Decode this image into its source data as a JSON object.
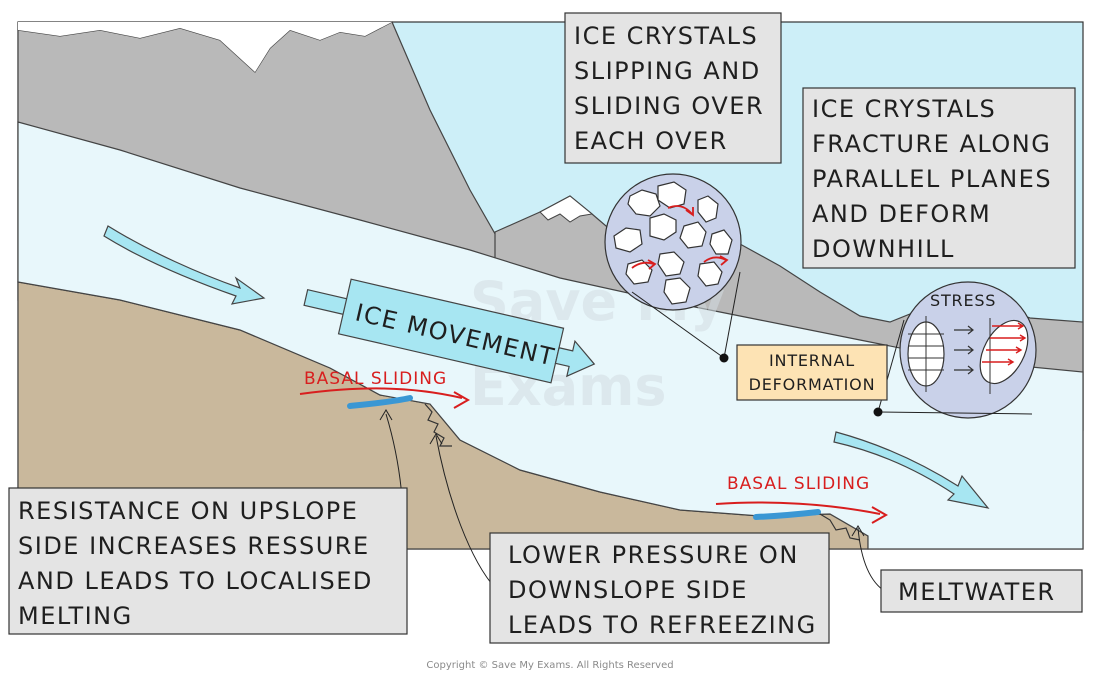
{
  "labels": {
    "crystals_slipping": [
      "ICE CRYSTALS",
      "SLIPPING AND",
      "SLIDING OVER",
      "EACH OVER"
    ],
    "crystals_fracture": [
      "ICE CRYSTALS",
      "FRACTURE ALONG",
      "PARALLEL PLANES",
      "AND DEFORM",
      "DOWNHILL"
    ],
    "ice_movement": "ICE MOVEMENT",
    "basal_sliding_upper": "BASAL SLIDING",
    "basal_sliding_lower": "BASAL SLIDING",
    "internal_deformation": [
      "INTERNAL",
      "DEFORMATION"
    ],
    "stress": "STRESS",
    "resistance_upslope": [
      "RESISTANCE ON UPSLOPE",
      "SIDE INCREASES RESSURE",
      "AND LEADS TO LOCALISED",
      "MELTING"
    ],
    "lower_pressure": [
      "LOWER PRESSURE ON",
      "DOWNSLOPE SIDE",
      "LEADS TO REFREEZING"
    ],
    "meltwater": "MELTWATER",
    "watermark": [
      "Save My",
      "Exams"
    ]
  },
  "copyright": "Copyright © Save My Exams. All Rights Reserved",
  "colors": {
    "sky": "#cdeff8",
    "glacier": "#e8f7fb",
    "mountain": "#b8b8b8",
    "bedrock": "#c9b89c",
    "arrow": "#a7e6f2",
    "basal_red": "#d81e1e",
    "meltwater_blue": "#3a97d4",
    "label_grey": "#e4e4e4",
    "label_peach": "#fde3b4",
    "inset_circle": "#c9d1e9"
  }
}
